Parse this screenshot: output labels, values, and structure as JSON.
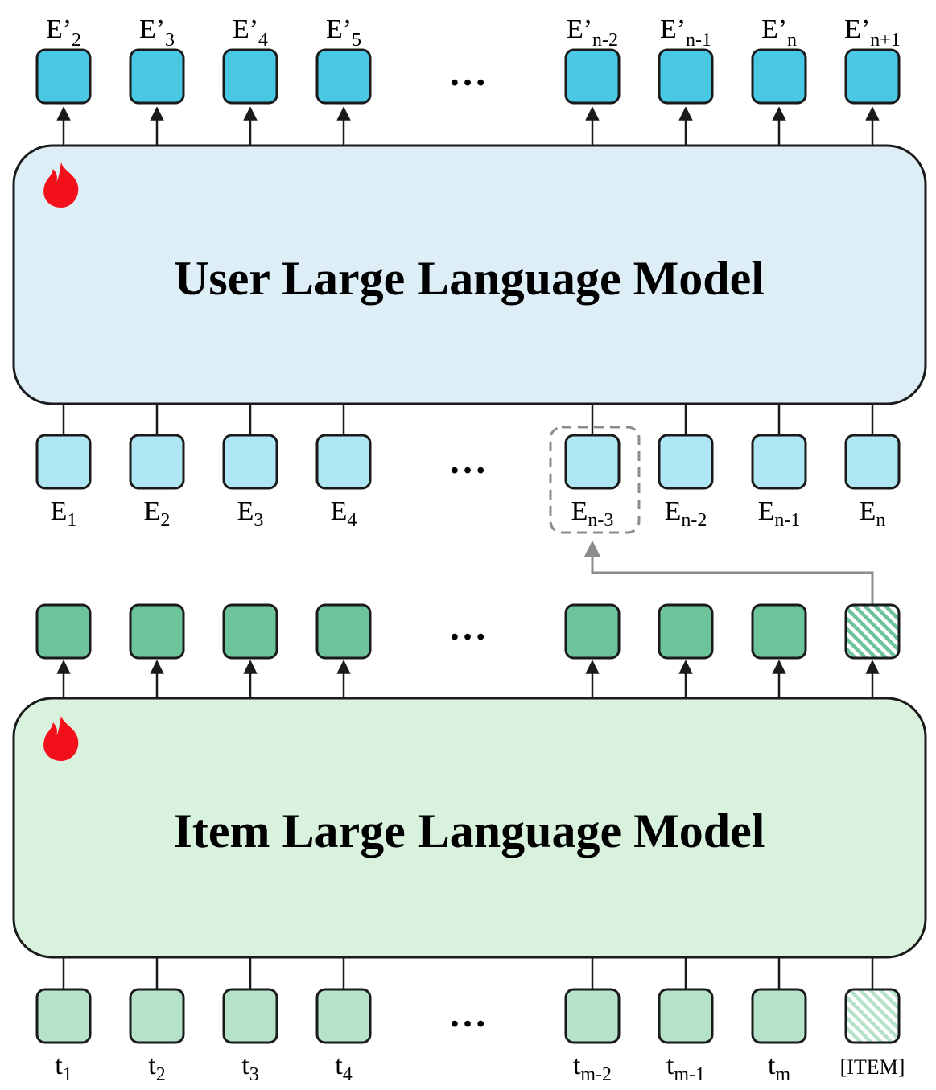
{
  "colors": {
    "output_token": "#48C8E2",
    "input_token": "#AEE6F3",
    "user_model_fill": "#DDEEF7",
    "item_model_fill": "#D9F2DE",
    "item_output_token": "#6DC39A",
    "item_input_token": "#B5E2C8",
    "stroke": "#1A1A1A",
    "connector": "#8C8C8C",
    "fire": "#F2111B"
  },
  "user_model": {
    "title": "User Large Language Model",
    "icon": "fire-icon"
  },
  "item_model": {
    "title": "Item Large Language Model",
    "icon": "fire-icon"
  },
  "ellipsis": "…",
  "user_outputs": [
    {
      "main": "E’",
      "sub": "2"
    },
    {
      "main": "E’",
      "sub": "3"
    },
    {
      "main": "E’",
      "sub": "4"
    },
    {
      "main": "E’",
      "sub": "5"
    },
    {
      "main": "E’",
      "sub": "n-2"
    },
    {
      "main": "E’",
      "sub": "n-1"
    },
    {
      "main": "E’",
      "sub": "n"
    },
    {
      "main": "E’",
      "sub": "n+1"
    }
  ],
  "user_inputs": [
    {
      "main": "E",
      "sub": "1"
    },
    {
      "main": "E",
      "sub": "2"
    },
    {
      "main": "E",
      "sub": "3"
    },
    {
      "main": "E",
      "sub": "4"
    },
    {
      "main": "E",
      "sub": "n-3"
    },
    {
      "main": "E",
      "sub": "n-2"
    },
    {
      "main": "E",
      "sub": "n-1"
    },
    {
      "main": "E",
      "sub": "n"
    }
  ],
  "item_inputs": [
    {
      "main": "t",
      "sub": "1"
    },
    {
      "main": "t",
      "sub": "2"
    },
    {
      "main": "t",
      "sub": "3"
    },
    {
      "main": "t",
      "sub": "4"
    },
    {
      "main": "t",
      "sub": "m-2"
    },
    {
      "main": "t",
      "sub": "m-1"
    },
    {
      "main": "t",
      "sub": "m"
    },
    {
      "main": "[ITEM]",
      "sub": ""
    }
  ]
}
